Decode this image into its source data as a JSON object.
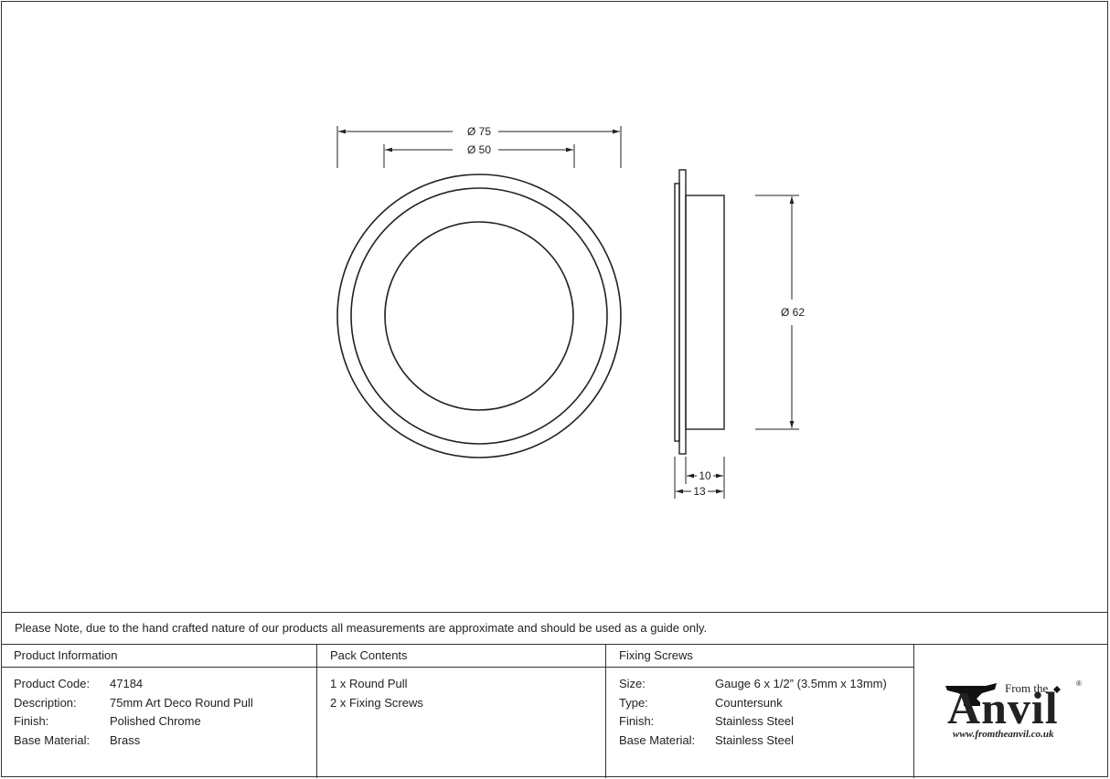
{
  "dimensions": {
    "outer_diameter": "Ø 75",
    "inner_diameter": "Ø 50",
    "side_diameter": "Ø 62",
    "depth_body": "10",
    "depth_total": "13"
  },
  "note": "Please Note, due to the hand crafted nature of our products all measurements are approximate and should be used as a guide only.",
  "product_info": {
    "header": "Product Information",
    "rows": [
      {
        "key": "Product Code:",
        "value": "47184"
      },
      {
        "key": "Description:",
        "value": "75mm Art Deco Round Pull"
      },
      {
        "key": "Finish:",
        "value": "Polished Chrome"
      },
      {
        "key": "Base Material:",
        "value": "Brass"
      }
    ]
  },
  "pack_contents": {
    "header": "Pack Contents",
    "rows": [
      "1 x Round Pull",
      "2 x Fixing Screws"
    ]
  },
  "fixing_screws": {
    "header": "Fixing Screws",
    "rows": [
      {
        "key": "Size:",
        "value": "Gauge 6 x 1/2” (3.5mm x 13mm)"
      },
      {
        "key": "Type:",
        "value": "Countersunk"
      },
      {
        "key": "Finish:",
        "value": "Stainless Steel"
      },
      {
        "key": "Base Material:",
        "value": "Stainless Steel"
      }
    ]
  },
  "logo": {
    "from_the": "From the",
    "brand": "Anvil",
    "registered": "®",
    "url": "www.fromtheanvil.co.uk",
    "icon": "anvil-icon"
  }
}
